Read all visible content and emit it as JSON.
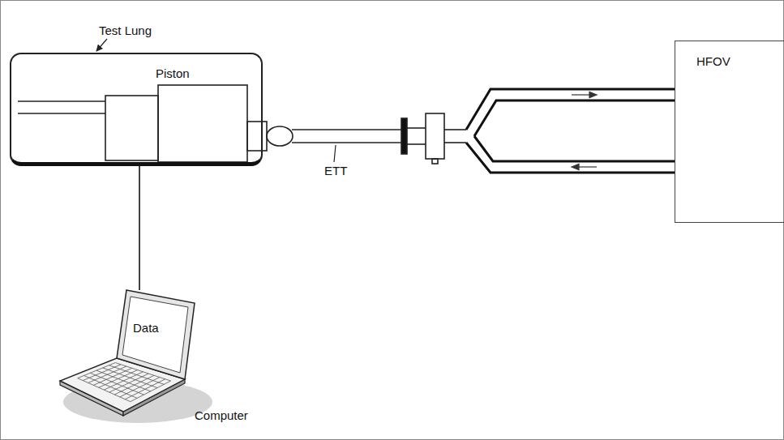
{
  "diagram": {
    "nodes": [
      {
        "text": [
          "Test Lung"
        ]
      },
      {
        "text": [
          "Piston"
        ],
        "in": 0
      },
      {
        "text": [
          "HFOV"
        ]
      },
      {
        "text": [
          "Data",
          "Computer"
        ]
      }
    ],
    "edges": [
      {
        "from": 0,
        "to": 3,
        "arrow": "none"
      }
    ],
    "labels": [
      "ETT"
    ]
  }
}
